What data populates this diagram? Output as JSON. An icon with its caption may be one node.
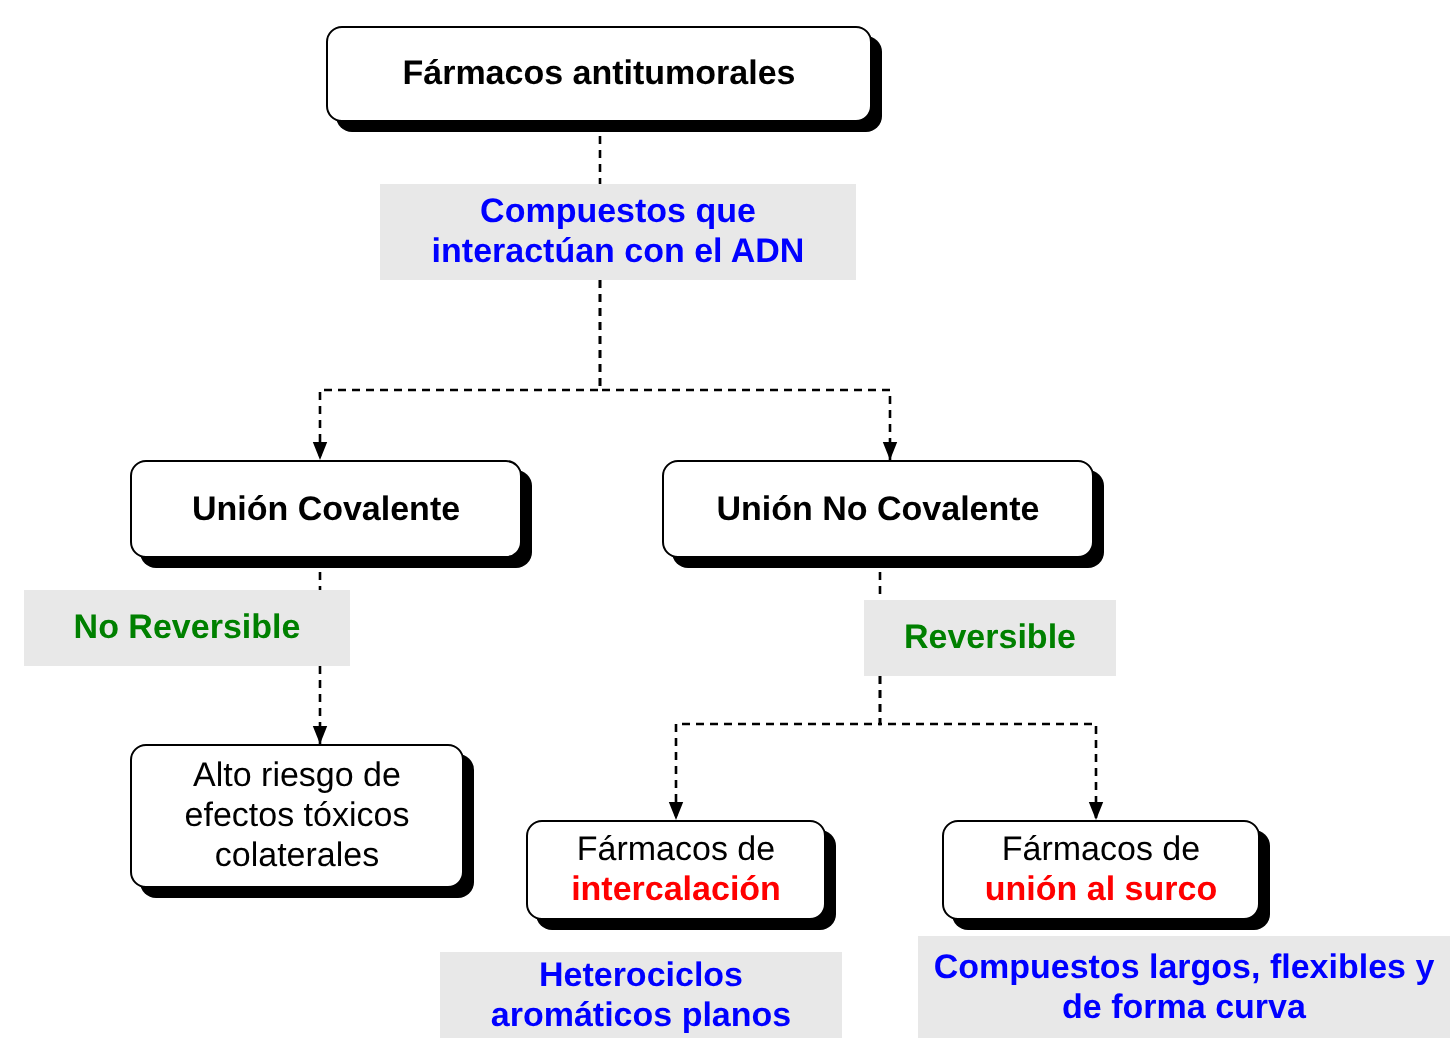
{
  "diagram": {
    "nodes": [
      {
        "text": [
          "Fármacos antitumorales"
        ]
      },
      {
        "text": [
          "Compuestos que interactúan con el ADN"
        ]
      },
      {
        "text": [
          "Unión Covalente"
        ]
      },
      {
        "text": [
          "Unión No Covalente"
        ]
      },
      {
        "text": [
          "No Reversible"
        ]
      },
      {
        "text": [
          "Reversible"
        ]
      },
      {
        "text": [
          "Alto riesgo de efectos tóxicos colaterales"
        ]
      },
      {
        "text": [
          "Fármacos de **intercalación**"
        ]
      },
      {
        "text": [
          "Fármacos de **unión al surco**"
        ]
      },
      {
        "text": [
          "Heterociclos aromáticos planos"
        ]
      },
      {
        "text": [
          "Compuestos largos, flexibles y de forma curva"
        ]
      }
    ],
    "edges": [
      {
        "from": 0,
        "to": 1,
        "arrow": "none",
        "style": "dashed"
      },
      {
        "from": 1,
        "to": 2,
        "arrow": "to",
        "style": "dashed"
      },
      {
        "from": 1,
        "to": 3,
        "arrow": "to",
        "style": "dashed"
      },
      {
        "from": 2,
        "to": 4,
        "arrow": "none",
        "style": "dashed"
      },
      {
        "from": 4,
        "to": 6,
        "arrow": "to",
        "style": "dashed"
      },
      {
        "from": 3,
        "to": 5,
        "arrow": "none",
        "style": "dashed"
      },
      {
        "from": 5,
        "to": 7,
        "arrow": "to",
        "style": "dashed"
      },
      {
        "from": 5,
        "to": 8,
        "arrow": "to",
        "style": "dashed"
      }
    ]
  }
}
